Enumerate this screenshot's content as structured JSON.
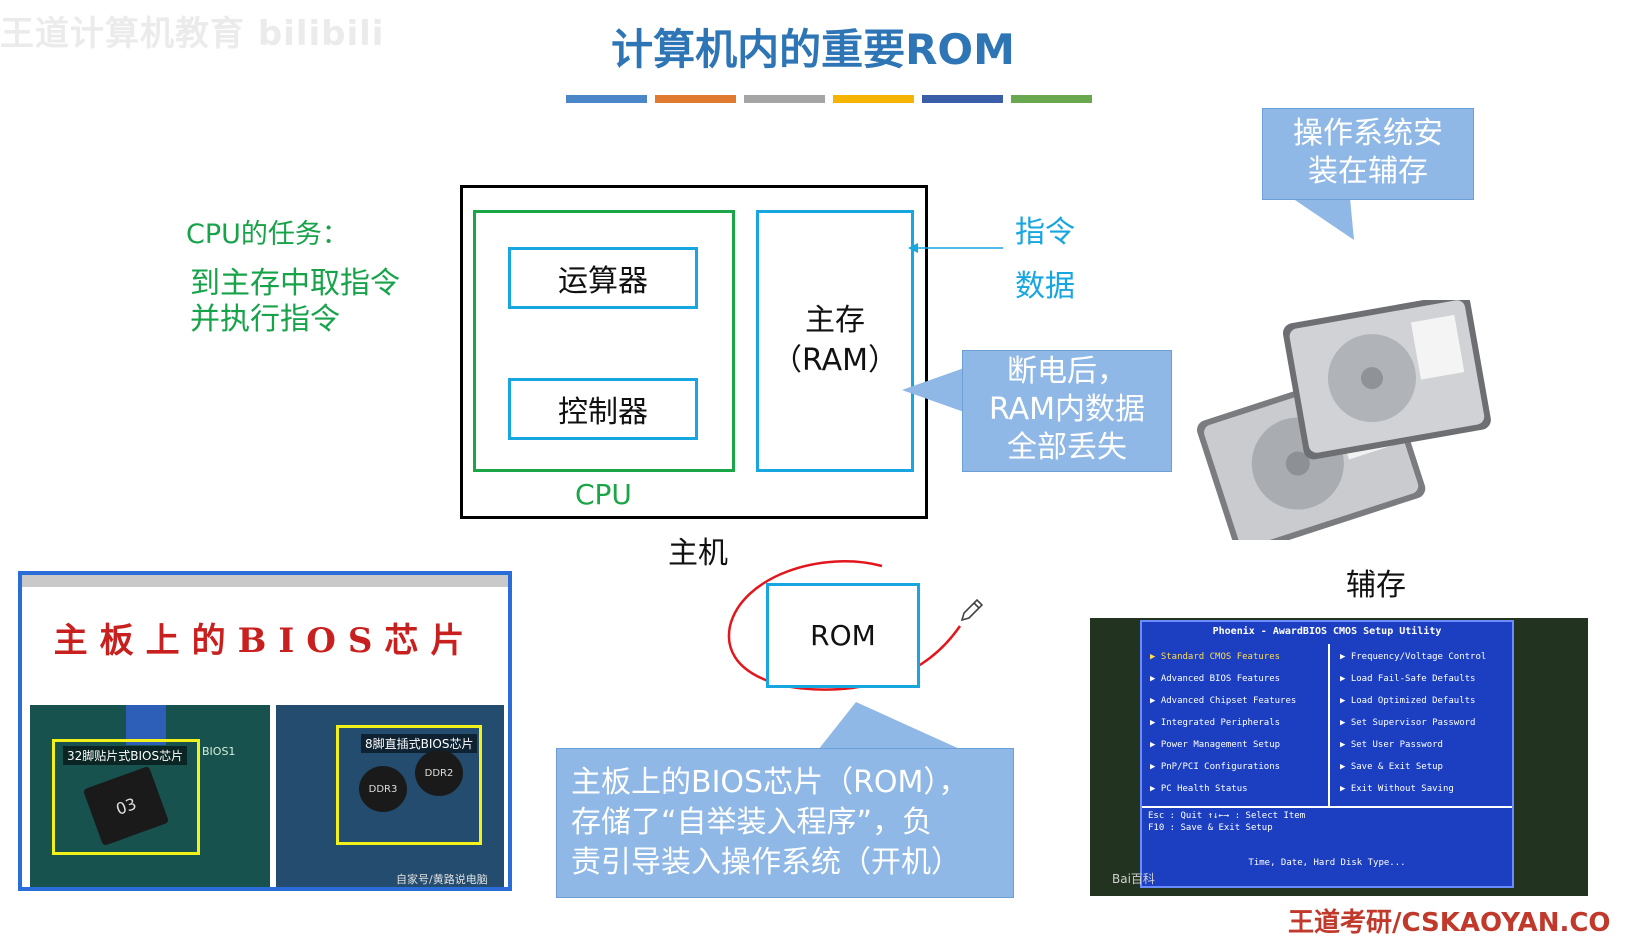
{
  "watermark": "王道计算机教育 bilibili",
  "title": "计算机内的重要ROM",
  "accent_bar_colors": [
    "#4a86c8",
    "#e07a2e",
    "#a5a5a5",
    "#f4b400",
    "#3a5ea8",
    "#6aa84f"
  ],
  "cpu_task": {
    "heading": "CPU的任务：",
    "description_line1": "到主存中取指令",
    "description_line2": "并执行指令"
  },
  "diagram": {
    "alu": "运算器",
    "controller": "控制器",
    "cpu_label": "CPU",
    "ram_line1": "主存",
    "ram_line2": "（RAM）",
    "host_label": "主机",
    "input_line1": "指令",
    "input_line2": "数据",
    "rom": "ROM"
  },
  "callouts": {
    "ram_line1": "断电后，",
    "ram_line2": "RAM内数据",
    "ram_line3": "全部丢失",
    "os_line1": "操作系统安",
    "os_line2": "装在辅存",
    "rom_line1": "主板上的BIOS芯片（ROM），",
    "rom_line2": "存储了“自举装入程序”，负",
    "rom_line3": "责引导装入操作系统（开机）"
  },
  "secondary_storage_label": "辅存",
  "bios_panel": {
    "title": "主板上的BIOS芯片",
    "chip_left_label": "32脚贴片式BIOS芯片",
    "chip_right_label": "8脚直插式BIOS芯片",
    "chip_left_code": "03",
    "chip_right_codes": [
      "DDR3",
      "DDR2"
    ],
    "board_label": "BIOS1",
    "source_note": "自家号/黄路说电脑"
  },
  "bios_screen": {
    "header": "Phoenix - AwardBIOS CMOS Setup Utility",
    "left_items": [
      "Standard CMOS Features",
      "Advanced BIOS Features",
      "Advanced Chipset Features",
      "Integrated Peripherals",
      "Power Management Setup",
      "PnP/PCI Configurations",
      "PC Health Status"
    ],
    "right_items": [
      "Frequency/Voltage Control",
      "Load Fail-Safe Defaults",
      "Load Optimized Defaults",
      "Set Supervisor Password",
      "Set User Password",
      "Save & Exit Setup",
      "Exit Without Saving"
    ],
    "footer_line1": "Esc : Quit                    ↑↓←→  : Select Item",
    "footer_line2": "F10 : Save & Exit Setup",
    "footer_line3": "Time, Date, Hard Disk Type...",
    "baidu_mark": "Bai百科"
  },
  "footer_url": "王道考研/CSKAOYAN.CO"
}
